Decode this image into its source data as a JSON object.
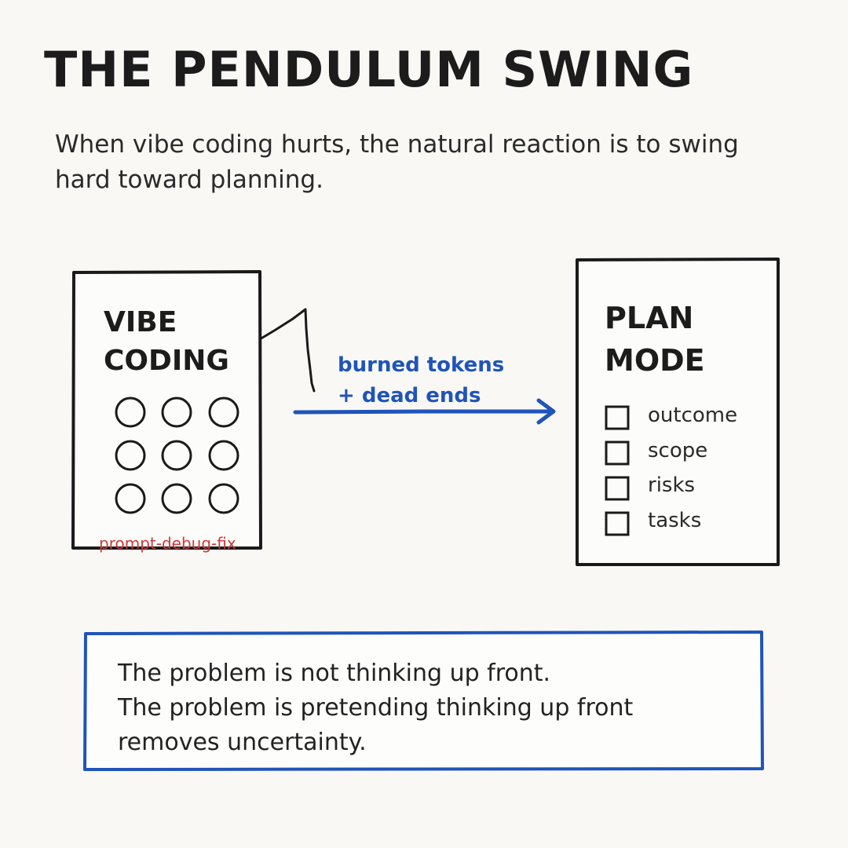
{
  "title": "THE PENDULUM SWING",
  "subtitle": "When vibe coding hurts, the natural reaction is to swing hard toward planning.",
  "vibe_box": {
    "title_lines": [
      "VIBE",
      "CODING"
    ],
    "caption": "prompt-debug-fix"
  },
  "arrow": {
    "label_lines": [
      "burned tokens",
      "+ dead ends"
    ]
  },
  "plan_box": {
    "title_lines": [
      "PLAN",
      "MODE"
    ],
    "checklist": [
      "outcome",
      "scope",
      "risks",
      "tasks"
    ]
  },
  "note": {
    "lines": [
      "The problem is not thinking up front.",
      "The problem is pretending thinking up front",
      "removes uncertainty."
    ]
  },
  "colors": {
    "background": "#f9f8f5",
    "ink": "#1c1c1c",
    "accent_blue": "#1f54b9",
    "caption_red": "#cc3a3a"
  }
}
